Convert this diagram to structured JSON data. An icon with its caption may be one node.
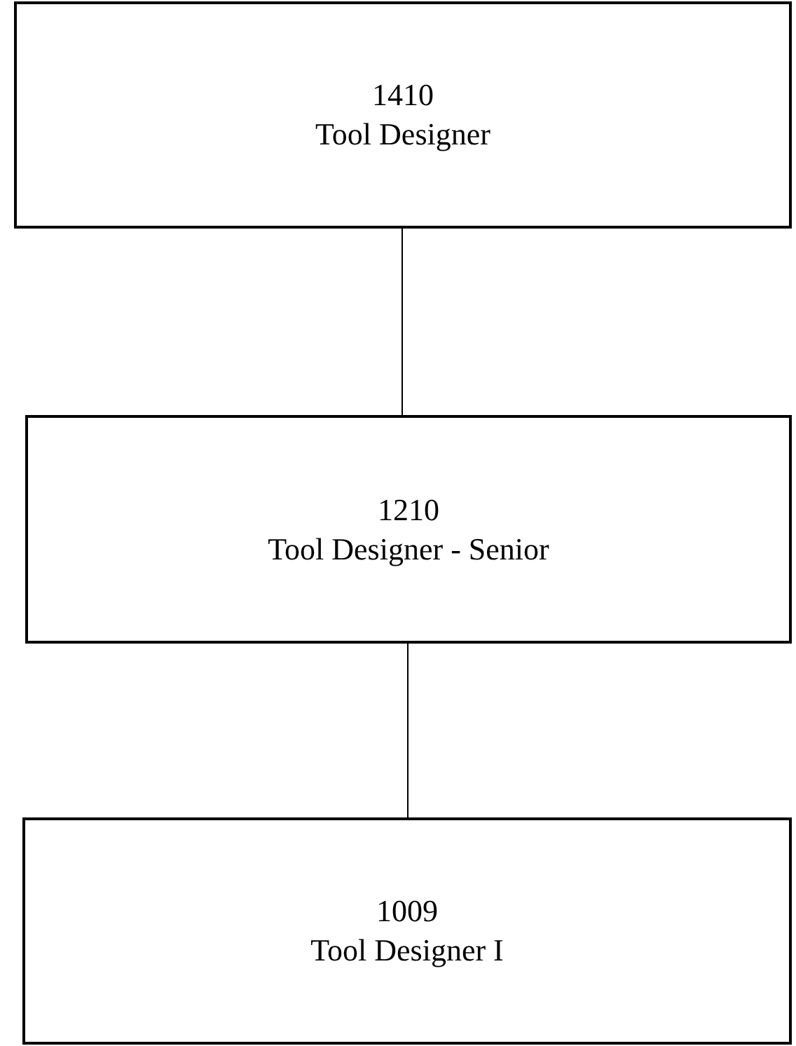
{
  "diagram": {
    "nodes": [
      {
        "text": [
          "1410",
          "Tool Designer"
        ]
      },
      {
        "text": [
          "1210",
          "Tool Designer - Senior"
        ]
      },
      {
        "text": [
          "1009",
          "Tool Designer I"
        ]
      }
    ],
    "edges": [
      {
        "from": 0,
        "to": 1,
        "arrow": "none"
      },
      {
        "from": 1,
        "to": 2,
        "arrow": "none"
      }
    ]
  }
}
